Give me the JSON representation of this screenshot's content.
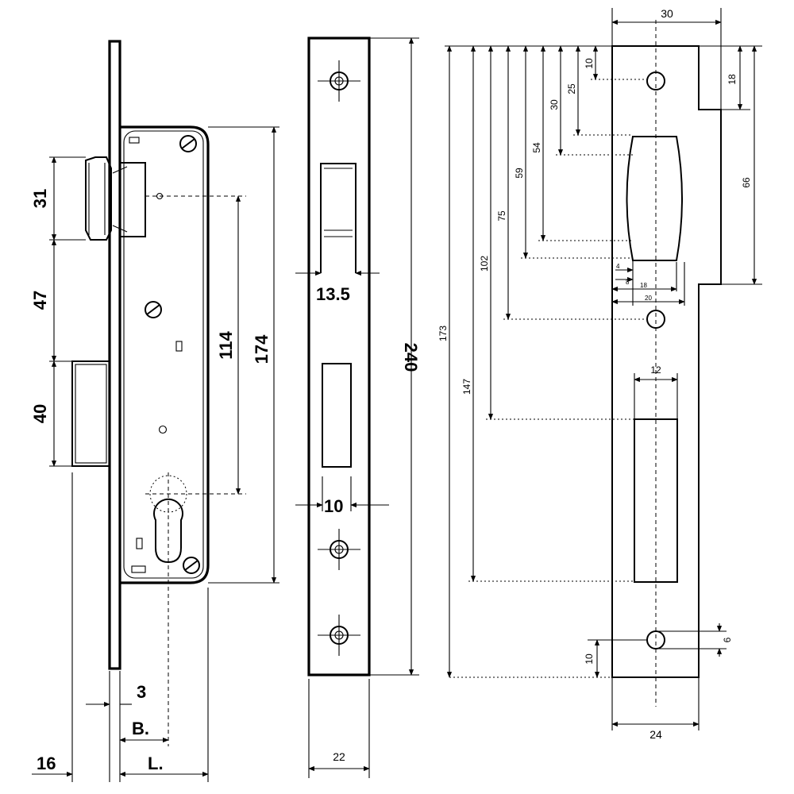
{
  "lock_body": {
    "dims": {
      "d31": "31",
      "d47": "47",
      "d40": "40",
      "d114": "114",
      "d174": "174",
      "d3": "3",
      "dB": "B.",
      "dL": "L.",
      "d16": "16"
    }
  },
  "faceplate": {
    "dims": {
      "d13_5": "13.5",
      "d240": "240",
      "d10": "10",
      "d22": "22"
    }
  },
  "strike_plate": {
    "dims": {
      "d30_top": "30",
      "d10_top": "10",
      "d25": "25",
      "d30_v": "30",
      "d54": "54",
      "d59": "59",
      "d75": "75",
      "d102": "102",
      "d147": "147",
      "d173": "173",
      "d18_right": "18",
      "d66": "66",
      "d4": "4",
      "d8": "8",
      "d18_h": "18",
      "d20": "20",
      "d12": "12",
      "d6": "6",
      "d10_bottom": "10",
      "d24": "24"
    }
  }
}
